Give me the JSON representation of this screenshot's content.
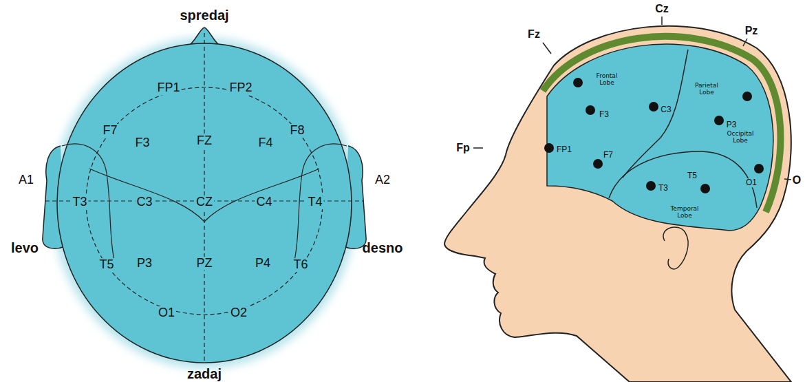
{
  "diagram": {
    "labels": [
      "spredaj",
      "FP1",
      "FP2",
      "F7",
      "F3",
      "FZ",
      "F4",
      "F8",
      "A1",
      "T3",
      "C3",
      "CZ",
      "C4",
      "T4",
      "A2",
      "levo",
      "desno",
      "T5",
      "P3",
      "PZ",
      "P4",
      "T6",
      "O1",
      "O2",
      "zadaj",
      "Cz",
      "Fz",
      "Pz",
      "Fp",
      "O",
      "Frontal Lobe",
      "Parietal Lobe",
      "Occipital Lobe",
      "Temporal Lobe",
      "F3",
      "C3",
      "P3",
      "FP1",
      "F7",
      "T3",
      "T5",
      "O1"
    ]
  }
}
